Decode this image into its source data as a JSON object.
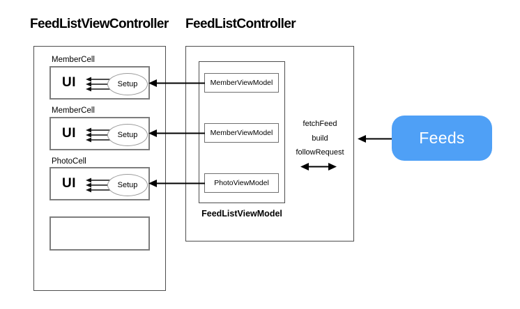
{
  "titles": {
    "left": "FeedListViewController",
    "right": "FeedListController"
  },
  "left_panel": {
    "ui_label": "UI",
    "setup_label": "Setup",
    "cells": [
      {
        "label": "MemberCell"
      },
      {
        "label": "MemberCell"
      },
      {
        "label": "PhotoCell"
      }
    ]
  },
  "right_panel": {
    "viewmodels": [
      "MemberViewModel",
      "MemberViewModel",
      "PhotoViewModel"
    ],
    "viewmodel_group_label": "FeedListViewModel",
    "methods": [
      "fetchFeed",
      "build",
      "followRequest"
    ]
  },
  "feeds": {
    "label": "Feeds",
    "color": "#4FA0F6"
  }
}
